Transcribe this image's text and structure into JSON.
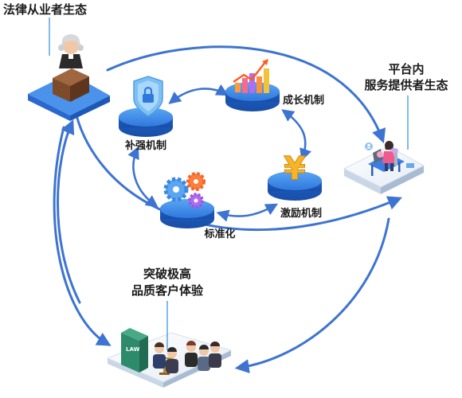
{
  "labels": {
    "legal": "法律从业者生态",
    "platform_line1": "平台内",
    "platform_line2": "服务提供者生态",
    "experience_line1": "突破极高",
    "experience_line2": "品质客户体验",
    "growth": "成长机制",
    "supplement": "补强机制",
    "incentive": "激励机制",
    "standardize": "标准化"
  },
  "colors": {
    "primary_blue": "#2f6fd6",
    "arrow_blue": "#3d74d1",
    "text_dark": "#1a1a1a",
    "callout_line": "#2c8fd9"
  },
  "icons": {
    "shield": "lock-shield-icon",
    "chart": "bar-chart-icon",
    "yuan": "yuan-coin-icon",
    "gears": "gears-icon",
    "judge": "judge-icon",
    "worker": "desk-worker-icon",
    "people": "people-group-icon"
  }
}
